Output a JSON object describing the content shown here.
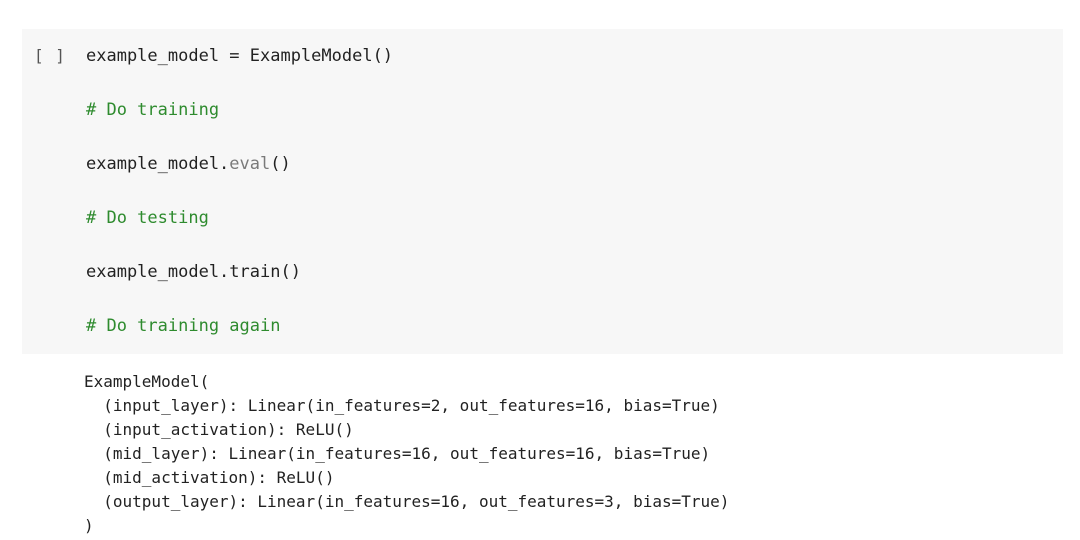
{
  "cell": {
    "run_marker": "[ ]",
    "lines": {
      "l1": "example_model = ExampleModel()",
      "l2": "# Do training",
      "l3_prefix": "example_model.",
      "l3_call": "eval",
      "l3_suffix": "()",
      "l4": "# Do testing",
      "l5": "example_model.train()",
      "l6": "# Do training again"
    }
  },
  "output": {
    "lines": [
      "ExampleModel(",
      "  (input_layer): Linear(in_features=2, out_features=16, bias=True)",
      "  (input_activation): ReLU()",
      "  (mid_layer): Linear(in_features=16, out_features=16, bias=True)",
      "  (mid_activation): ReLU()",
      "  (output_layer): Linear(in_features=16, out_features=3, bias=True)",
      ")"
    ]
  }
}
